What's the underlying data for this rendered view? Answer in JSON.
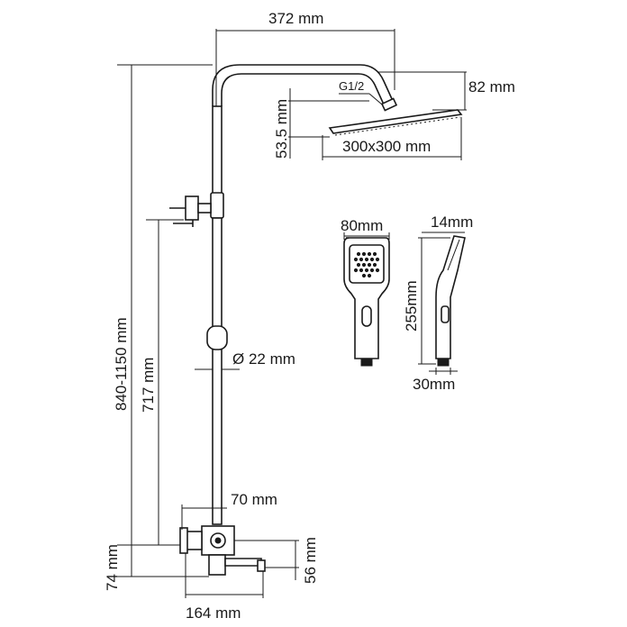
{
  "dimensions": {
    "arm_length": "372 mm",
    "head_height": "82 mm",
    "thread": "G1/2",
    "head_offset": "53.5 mm",
    "head_size": "300x300 mm",
    "rail_height": "840-1150 mm",
    "holder_height": "717 mm",
    "pipe_diameter": "Ø 22 mm",
    "spout_offset": "70 mm",
    "mixer_height": "74 mm",
    "spout_height": "56 mm",
    "spout_length": "164 mm",
    "handshower_width": "80mm",
    "handshower_depth_top": "14mm",
    "handshower_length": "255mm",
    "handshower_depth_bottom": "30mm"
  },
  "colors": {
    "line": "#1a1a1a",
    "background": "#ffffff"
  }
}
